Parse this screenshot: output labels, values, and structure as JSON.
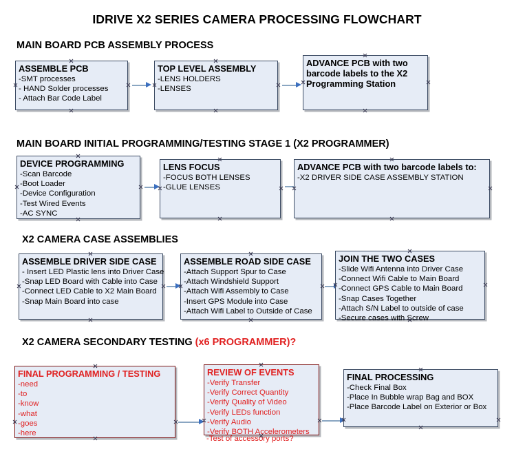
{
  "document": {
    "title": "IDRIVE X2  SERIES CAMERA PROCESSING FLOWCHART"
  },
  "colors": {
    "box_fill": "#e6ecf6",
    "box_border": "#3b4a62",
    "red_accent": "#e02020",
    "red_border": "#7e1414",
    "arrow_shaft": "#8aa6c2",
    "arrow_head": "#3b6fbf"
  },
  "sections": [
    {
      "heading": "MAIN BOARD PCB ASSEMBLY PROCESS",
      "heading_accent": "",
      "boxes": [
        {
          "title": "ASSEMBLE PCB",
          "lines": [
            "-SMT processes",
            "- HAND Solder processes",
            "- Attach Bar Code Label"
          ]
        },
        {
          "title": "TOP LEVEL ASSEMBLY",
          "lines": [
            "-LENS HOLDERS",
            "-LENSES"
          ]
        },
        {
          "title": "ADVANCE PCB with two barcode labels to the  X2 Programming Station",
          "lines": []
        }
      ]
    },
    {
      "heading": "MAIN BOARD INITIAL PROGRAMMING/TESTING STAGE 1 (X2 PROGRAMMER)",
      "heading_accent": "",
      "boxes": [
        {
          "title": "DEVICE PROGRAMMING",
          "lines": [
            "-Scan Barcode",
            "-Boot Loader",
            "-Device Configuration",
            "-Test Wired Events",
            "-AC SYNC"
          ]
        },
        {
          "title": "LENS FOCUS",
          "lines": [
            "-FOCUS BOTH LENSES",
            "-GLUE LENSES"
          ]
        },
        {
          "title": "ADVANCE PCB with two barcode labels to:",
          "lines": [
            "-X2 DRIVER  SIDE  CASE  ASSEMBLY STATION"
          ]
        }
      ]
    },
    {
      "heading": "X2 CAMERA CASE ASSEMBLIES",
      "heading_accent": "",
      "boxes": [
        {
          "title": "ASSEMBLE DRIVER SIDE CASE",
          "lines": [
            "- Insert LED Plastic lens into Driver Case",
            "-Snap LED Board with Cable into Case",
            "-Connect LED Cable to X2 Main Board",
            "-Snap Main Board into case"
          ]
        },
        {
          "title": "ASSEMBLE ROAD SIDE CASE",
          "lines": [
            "-Attach Support Spur to Case",
            "-Attach Windshield Support",
            "-Attach Wifi Assembly to Case",
            "-Insert GPS Module into Case",
            "-Attach Wifi Label to Outside of Case"
          ]
        },
        {
          "title": "JOIN THE TWO CASES",
          "lines": [
            "-Slide Wifi Antenna into Driver Case",
            "-Connect Wifi Cable to Main Board",
            "-Connect GPS Cable to Main Board",
            "-Snap Cases Together",
            "-Attach S/N Label to outside of case",
            "-Secure cases with Screw"
          ]
        }
      ]
    },
    {
      "heading": "X2 CAMERA SECONDARY TESTING ",
      "heading_accent": "(x6 PROGRAMMER)?",
      "boxes": [
        {
          "title": "FINAL PROGRAMMING / TESTING",
          "lines": [
            "-need",
            "-to",
            "-know",
            "-what",
            "-goes",
            "-here"
          ]
        },
        {
          "title": "REVIEW OF EVENTS",
          "lines": [
            "-Verify Transfer",
            "-Verify Correct Quantity",
            "-Verify Quality of Video",
            "-Verify LEDs function",
            "-Verify Audio",
            "-Verify BOTH Accelerometers"
          ],
          "overflow_line": "-Test of accessory ports?"
        },
        {
          "title": "FINAL PROCESSING",
          "lines": [
            " -Check Final Box",
            "-Place In Bubble wrap Bag and BOX",
            "-Place Barcode Label on Exterior or Box"
          ]
        }
      ]
    }
  ]
}
